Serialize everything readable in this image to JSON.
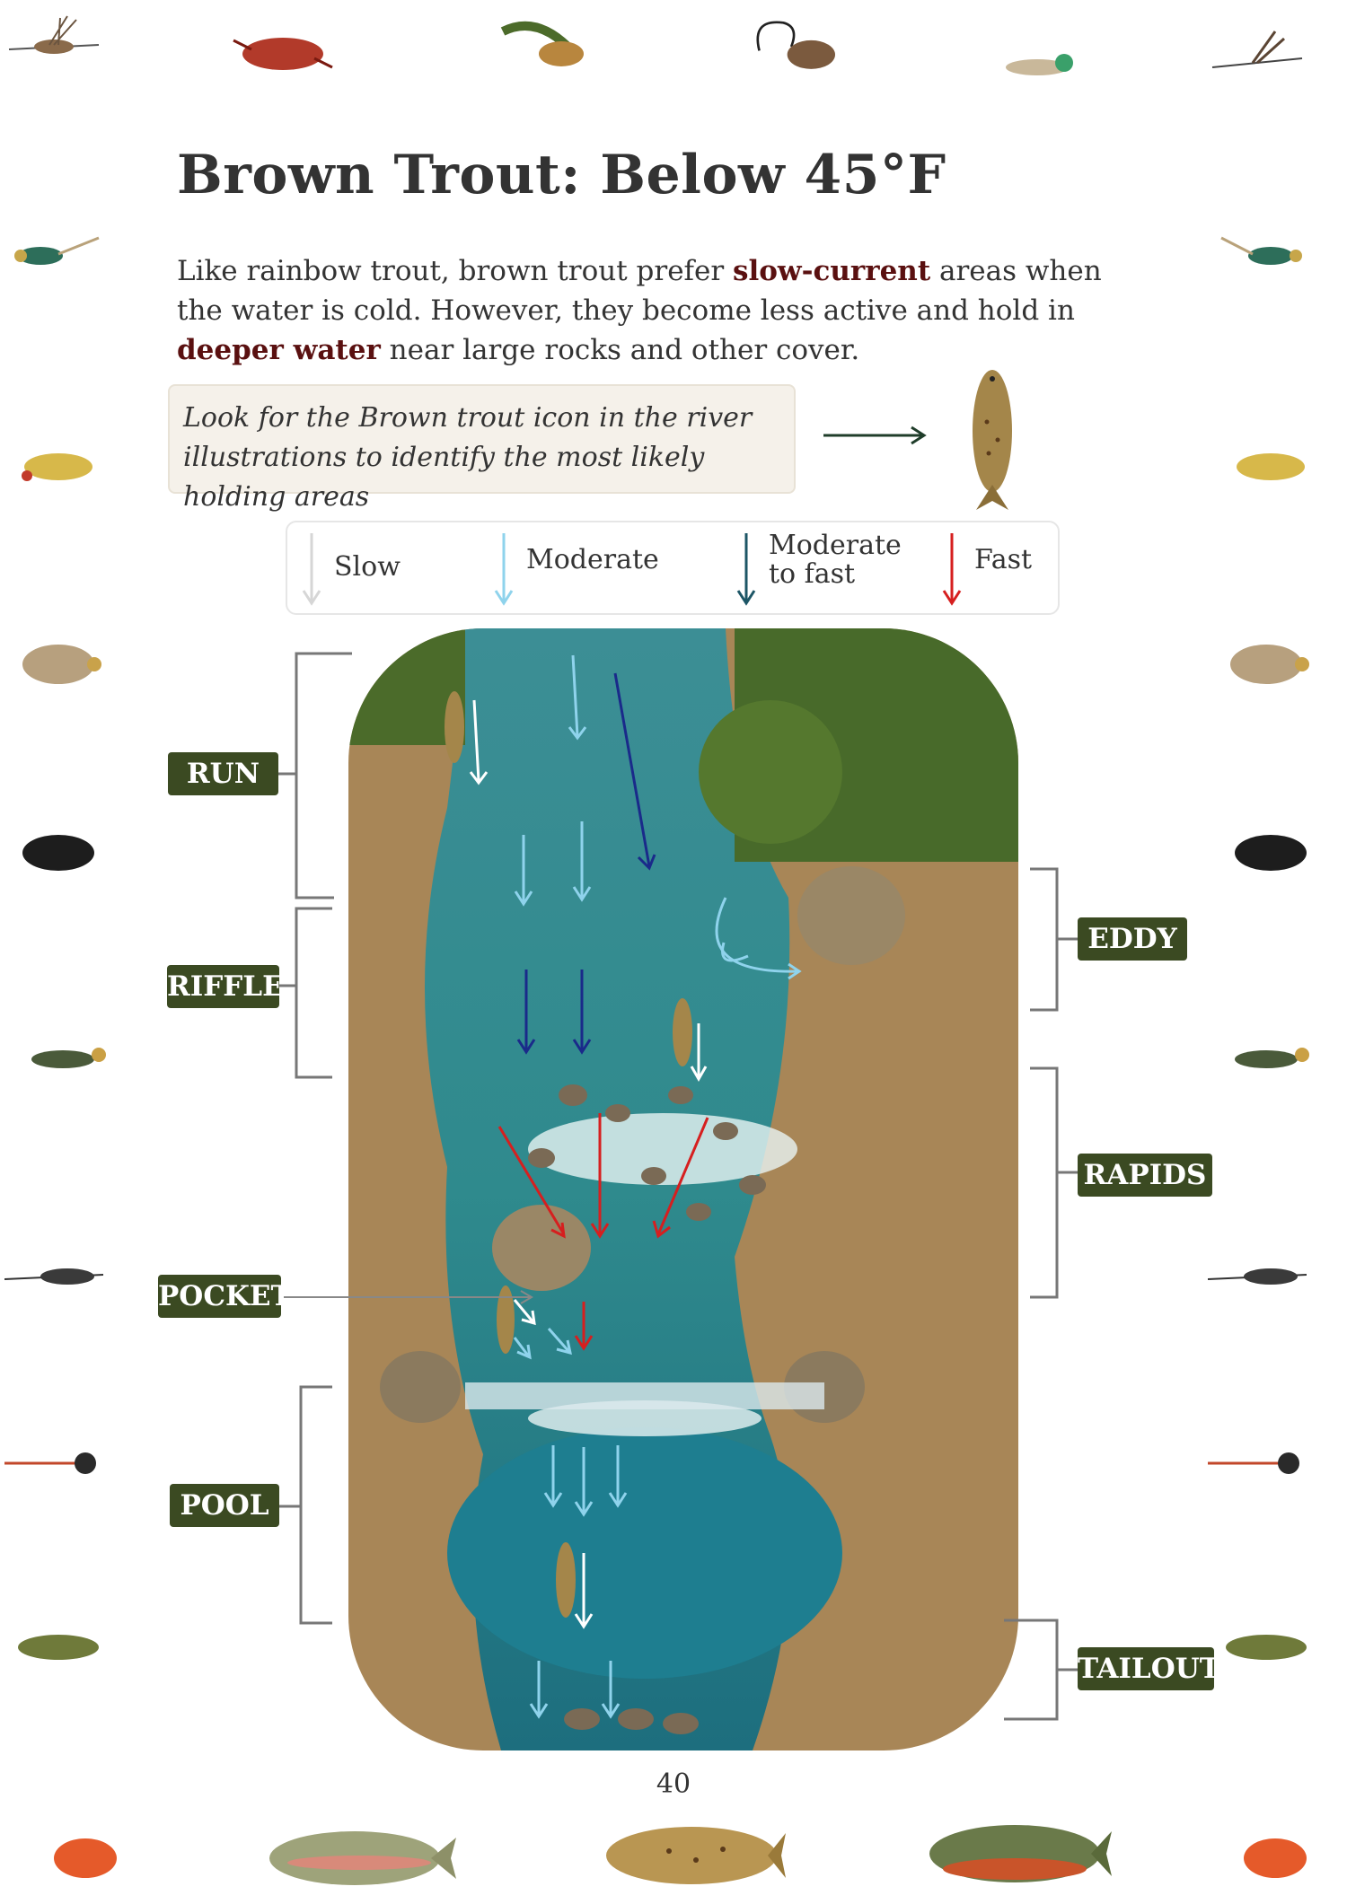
{
  "page": {
    "title": "Brown Trout: Below 45°F",
    "intro": {
      "part1": "Like rainbow trout, brown trout prefer ",
      "bold1": "slow-current",
      "part2": " areas when the water is cold. However, they become less active and hold in ",
      "bold2": "deeper water",
      "part3": " near large rocks and other cover."
    },
    "note": {
      "line1": "Look for the Brown trout icon in the river",
      "line2": "illustrations to identify the most likely holding areas"
    },
    "page_number": "40"
  },
  "legend": {
    "items": [
      {
        "label": "Slow",
        "color": "#d6d6d6"
      },
      {
        "label": "Moderate",
        "color": "#8fd3ec"
      },
      {
        "label_line1": "Moderate",
        "label_line2": "to fast",
        "color": "#1d5666"
      },
      {
        "label": "Fast",
        "color": "#d61f1f"
      }
    ]
  },
  "sections": {
    "run": "RUN",
    "riffle": "RIFFLE",
    "pocket": "POCKET",
    "pool": "POOL",
    "eddy": "EDDY",
    "rapids": "RAPIDS",
    "tailout": "TAILOUT"
  },
  "colors": {
    "tag_bg": "#3b4a22",
    "emphasis": "#5a1010",
    "water": "#2c8f9a",
    "bank": "#a88657"
  }
}
